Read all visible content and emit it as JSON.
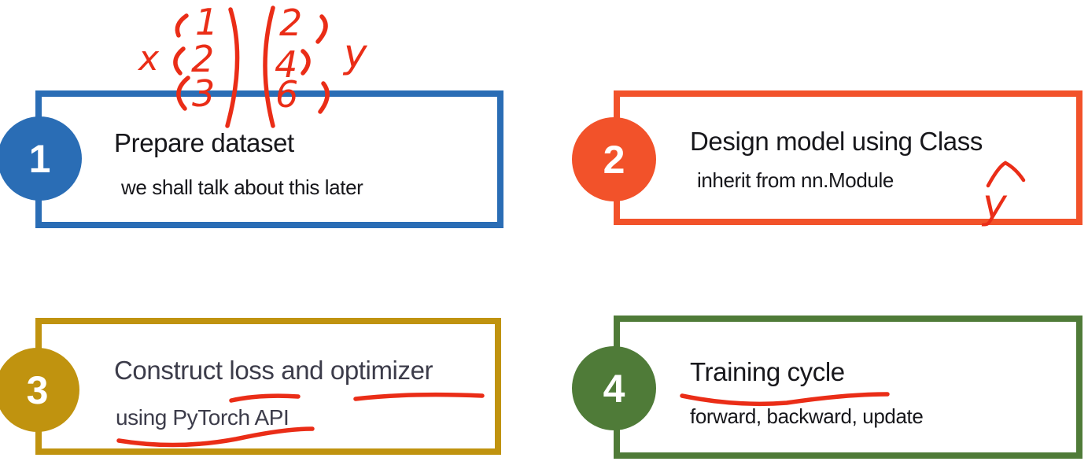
{
  "slide": {
    "background": "#ffffff",
    "steps": [
      {
        "number": "1",
        "title": "Prepare dataset",
        "subtitle": "we shall talk about this later",
        "accent_color": "#2A6DB5",
        "text_color": "#17171b"
      },
      {
        "number": "2",
        "title": "Design model using Class",
        "subtitle": "inherit from nn.Module",
        "accent_color": "#F2522A",
        "text_color": "#17171b"
      },
      {
        "number": "3",
        "title": "Construct loss and optimizer",
        "subtitle": "using PyTorch API",
        "accent_color": "#C0930F",
        "text_color": "#3c3c4a"
      },
      {
        "number": "4",
        "title": "Training cycle",
        "subtitle": "forward, backward, update",
        "accent_color": "#4F7B38",
        "text_color": "#17171b"
      }
    ]
  },
  "annotations": {
    "ink_color": "#EA2D17",
    "x_label": "x",
    "y_label": "y",
    "x_vector": [
      "1",
      "2",
      "3"
    ],
    "y_vector": [
      "2",
      "4",
      "6"
    ],
    "y_hat_letter": "y",
    "y_hat_symbol": "ŷ",
    "underlined_phrases": [
      "loss",
      "optimizer",
      "using PyTorch API",
      "Training cycle"
    ]
  }
}
